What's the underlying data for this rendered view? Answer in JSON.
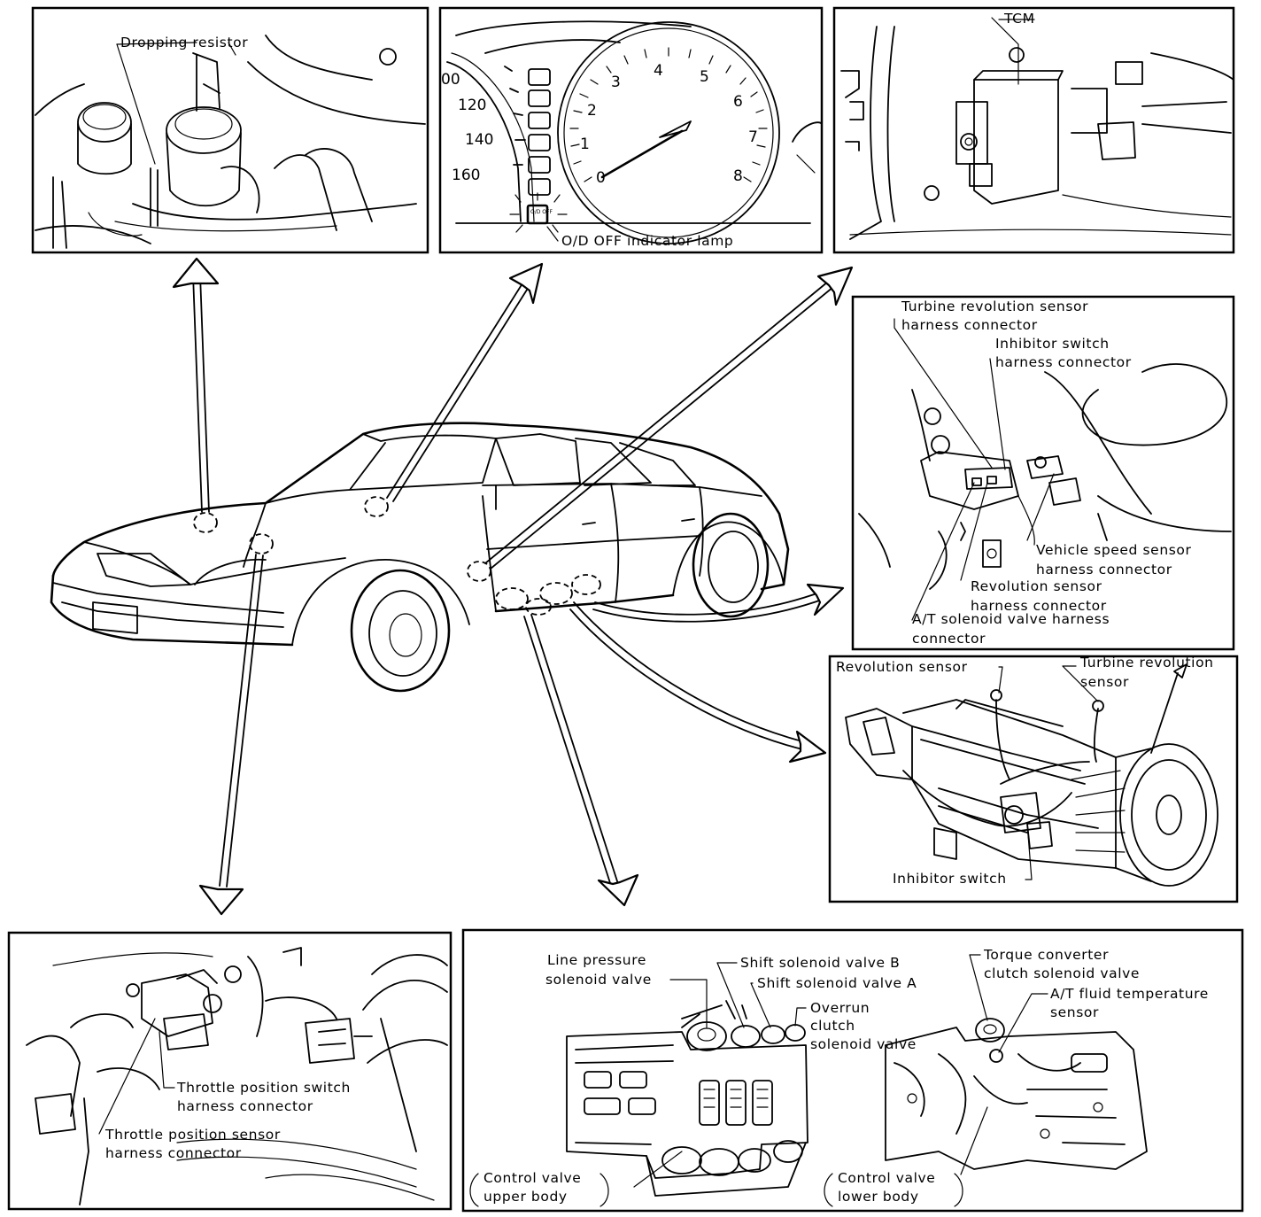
{
  "panels": {
    "dropping_resistor": {
      "label": "Dropping resistor"
    },
    "cluster": {
      "speed_ticks": [
        "00",
        "120",
        "140",
        "160"
      ],
      "tach_ticks": [
        "0",
        "1",
        "2",
        "3",
        "4",
        "5",
        "6",
        "7",
        "8"
      ],
      "lamp_text": "O/D OFF",
      "lamp_label": "O/D OFF indicator lamp"
    },
    "tcm": {
      "label": "TCM"
    },
    "connectors": {
      "turbine_1": "Turbine revolution sensor",
      "turbine_2": "harness connector",
      "inhibitor_1": "Inhibitor switch",
      "inhibitor_2": "harness connector",
      "vss_1": "Vehicle speed sensor",
      "vss_2": "harness connector",
      "rev_1": "Revolution sensor",
      "rev_2": "harness connector",
      "sol_1": "A/T solenoid valve harness",
      "sol_2": "connector"
    },
    "transmission": {
      "revolution_sensor": "Revolution sensor",
      "turbine_1": "Turbine revolution",
      "turbine_2": "sensor",
      "inhibitor_switch": "Inhibitor switch"
    },
    "throttle": {
      "tps_switch_1": "Throttle position switch",
      "tps_switch_2": "harness connector",
      "tps_sensor_1": "Throttle position sensor",
      "tps_sensor_2": "harness connector"
    },
    "valves": {
      "line_pressure_1": "Line pressure",
      "line_pressure_2": "solenoid valve",
      "shift_b": "Shift solenoid valve B",
      "shift_a": "Shift solenoid valve A",
      "overrun_1": "Overrun",
      "overrun_2": "clutch",
      "overrun_3": "solenoid valve",
      "torque_1": "Torque converter",
      "torque_2": "clutch solenoid valve",
      "fluid_temp_1": "A/T fluid temperature",
      "fluid_temp_2": "sensor",
      "upper_body_1": "Control valve",
      "upper_body_2": "upper body",
      "lower_body_1": "Control valve",
      "lower_body_2": "lower body"
    }
  }
}
